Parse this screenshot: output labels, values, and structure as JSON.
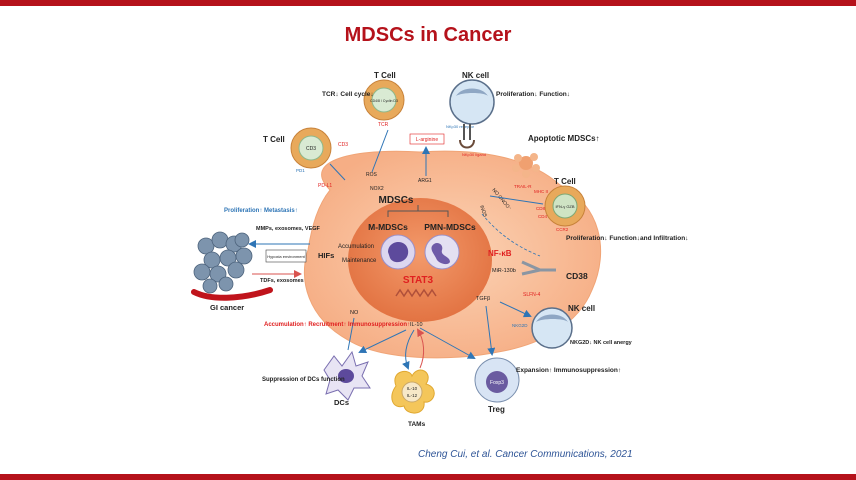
{
  "slide": {
    "title": "MDSCs in Cancer",
    "citation": "Cheng Cui, et al. Cancer Communications, 2021"
  },
  "diagram": {
    "center": {
      "label": "MDSCs",
      "m_mdscs": "M-MDSCs",
      "pmn_mdscs": "PMN-MDSCs",
      "stat3": "STAT3",
      "nfkb": "NF-κB",
      "mir": "MiR-130b",
      "accumulation": "Accumulation",
      "maintenance": "Maintenance",
      "hifs": "HIFs",
      "hypoxia": "Hypoxia environment",
      "ros": "ROS",
      "nox2": "NOX2",
      "arg1": "ARG1",
      "inos": "iNOS",
      "no_onoo": "NO ONOO⁻",
      "pdl1": "PD-L1",
      "no": "NO",
      "il10": "IL-10",
      "tgfb": "TGFβ",
      "slfn4": "SLFN-4"
    },
    "tcell_left": {
      "title": "T Cell",
      "inner": "CD3",
      "cd3": "CD3",
      "pd1": "PD1"
    },
    "tcell_top": {
      "title": "T Cell",
      "inner": "CD4/8 / Cyclin D3",
      "labels": "TCR↓ Cell cycle↓",
      "tcr": "TCR"
    },
    "nk_top": {
      "title": "NK cell",
      "status": "Proliferation↓ Function↓",
      "receptor": "NKp30 receptor",
      "ligand": "NKp30 ligand"
    },
    "larginine": "L-arginine",
    "apoptotic": {
      "title": "Apoptotic MDSCs↑",
      "trail": "TRAIL-R"
    },
    "tcell_right": {
      "title": "T Cell",
      "inner": "IFN-γ GZB",
      "status": "Proliferation↓ Function↓and Infiltration↓",
      "mhc": "MHC II",
      "cd8": "CD8",
      "cd4": "CD4",
      "ccr2": "CCR2"
    },
    "cd38": "CD38",
    "nk_right": {
      "title": "NK cell",
      "status": "NKG2D↓ NK cell anergy",
      "nkg2d": "NKG2D"
    },
    "treg": {
      "title": "Treg",
      "inner": "Foxp3",
      "status": "Expansion↑ Immunosuppression↑"
    },
    "tams": {
      "title": "TAMs",
      "inner1": "IL-10",
      "inner2": "IL-12"
    },
    "dcs": {
      "title": "DCs",
      "status": "Suppression of DCs function"
    },
    "gi": {
      "title": "GI cancer",
      "status": "Proliferation↑ Metastasis↑",
      "factors": "MMPs, exosomes, VEGF",
      "tdfs": "TDFs, exosomes"
    },
    "accum_box": "Accumulation↑ Recruitment↑ Immunosuppression↑"
  }
}
